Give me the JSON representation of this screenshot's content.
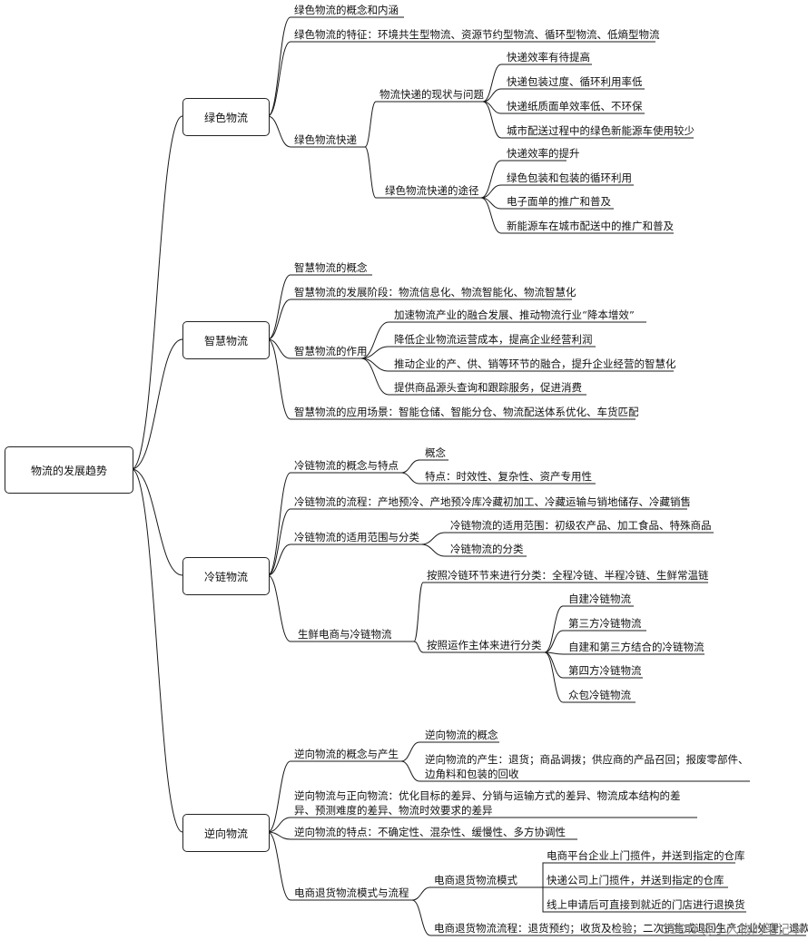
{
  "root": "物流的发展趋势",
  "green": {
    "title": "绿色物流",
    "concept": "绿色物流的概念和内涵",
    "features": "绿色物流的特征：环境共生型物流、资源节约型物流、循环型物流、低熵型物流",
    "express": "绿色物流快递",
    "status": "物流快递的现状与问题",
    "status_items": [
      "快递效率有待提高",
      "快递包装过度、循环利用率低",
      "快递纸质面单效率低、不环保",
      "城市配送过程中的绿色新能源车使用较少"
    ],
    "path": "绿色物流快递的途径",
    "path_items": [
      "快递效率的提升",
      "绿色包装和包装的循环利用",
      "电子面单的推广和普及",
      "新能源车在城市配送中的推广和普及"
    ]
  },
  "smart": {
    "title": "智慧物流",
    "concept": "智慧物流的概念",
    "stages": "智慧物流的发展阶段：物流信息化、物流智能化、物流智慧化",
    "role": "智慧物流的作用",
    "role_items": [
      "加速物流产业的融合发展、推动物流行业“降本增效”",
      "降低企业物流运营成本，提高企业经营利润",
      "推动企业的产、供、销等环节的融合，提升企业经营的智慧化",
      "提供商品源头查询和跟踪服务，促进消费"
    ],
    "apps": "智慧物流的应用场景：智能仓储、智能分仓、物流配送体系优化、车货匹配"
  },
  "cold": {
    "title": "冷链物流",
    "concept": "冷链物流的概念与特点",
    "concept_items": [
      "概念",
      "特点：时效性、复杂性、资产专用性"
    ],
    "process": "冷链物流的流程：产地预冷、产地预冷库冷藏初加工、冷藏运输与销地储存、冷藏销售",
    "scope": "冷链物流的适用范围与分类",
    "scope_items": [
      "冷链物流的适用范围：初级农产品、加工食品、特殊商品",
      "冷链物流的分类"
    ],
    "fresh": "生鲜电商与冷链物流",
    "by_link": "按照冷链环节来进行分类：全程冷链、半程冷链、生鲜常温链",
    "by_subject": "按照运作主体来进行分类",
    "subject_items": [
      "自建冷链物流",
      "第三方冷链物流",
      "自建和第三方结合的冷链物流",
      "第四方冷链物流",
      "众包冷链物流"
    ]
  },
  "reverse": {
    "title": "逆向物流",
    "concept": "逆向物流的概念与产生",
    "concept_items": [
      "逆向物流的概念",
      "逆向物流的产生：退货；商品调拨；供应商的产品召回；报废零部件、边角料和包装的回收"
    ],
    "vs": "逆向物流与正向物流：优化目标的差异、分销与运输方式的差异、物流成本结构的差异、预测难度的差异、物流时效要求的差异",
    "traits": "逆向物流的特点：不确定性、混杂性、缓慢性、多方协调性",
    "ecom": "电商退货物流模式与流程",
    "mode": "电商退货物流模式",
    "mode_items": [
      "电商平台企业上门揽件，并送到指定的仓库",
      "快递公司上门揽件，并送到指定的仓库",
      "线上申请后可直接到就近的门店进行退换货"
    ],
    "flow": "电商退货物流流程：退货预约；收货及检验；二次销售或退回生产企业处理；退款"
  },
  "watermark": "CSDN @小人物的笔记本"
}
